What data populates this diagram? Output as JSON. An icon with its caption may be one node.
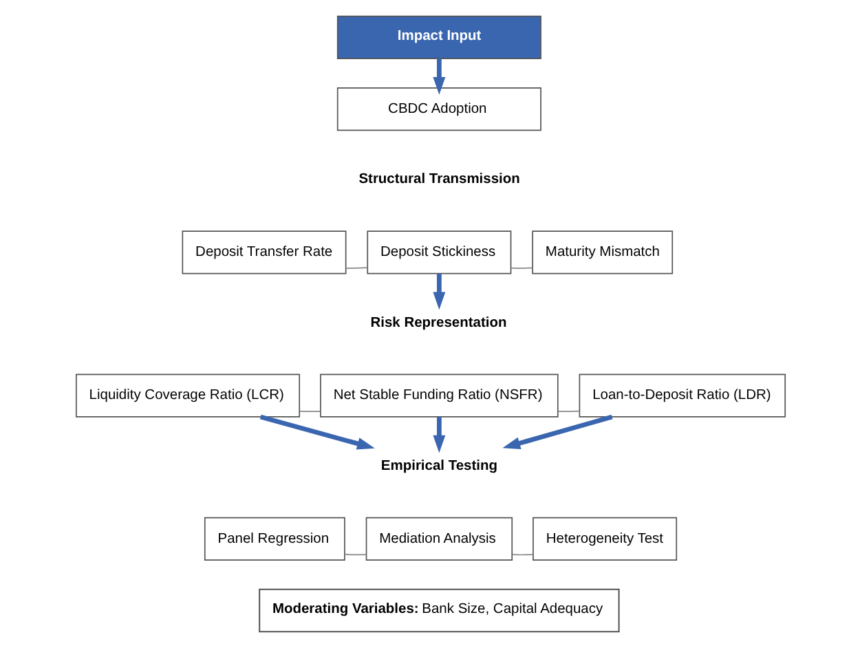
{
  "diagram": {
    "nodes": [
      {
        "text": [
          "Impact Input"
        ]
      },
      {
        "text": [
          "CBDC Adoption"
        ]
      },
      {
        "text": [
          "Structural Transmission"
        ]
      },
      {
        "text": [
          "Deposit Transfer Rate"
        ]
      },
      {
        "text": [
          "Deposit Stickiness"
        ]
      },
      {
        "text": [
          "Maturity Mismatch"
        ]
      },
      {
        "text": [
          "Risk Representation"
        ]
      },
      {
        "text": [
          "Liquidity Coverage Ratio (LCR)"
        ]
      },
      {
        "text": [
          "Net Stable Funding Ratio (NSFR)"
        ]
      },
      {
        "text": [
          "Loan-to-Deposit Ratio (LDR)"
        ]
      },
      {
        "text": [
          "Empirical Testing"
        ]
      },
      {
        "text": [
          "Panel Regression"
        ]
      },
      {
        "text": [
          "Mediation Analysis"
        ]
      },
      {
        "text": [
          "Heterogeneity Test"
        ]
      },
      {
        "text": [
          "**Moderating Variables:** Bank Size, Capital Adequacy"
        ]
      }
    ],
    "edges": [
      {
        "from": 0,
        "to": 1,
        "arrow": "to",
        "style": "thick",
        "color": "#3a66b0"
      },
      {
        "from": 3,
        "to": 4,
        "arrow": "none"
      },
      {
        "from": 4,
        "to": 5,
        "arrow": "none"
      },
      {
        "from": 4,
        "to": 6,
        "arrow": "to",
        "style": "thick",
        "color": "#3a66b0"
      },
      {
        "from": 7,
        "to": 8,
        "arrow": "none"
      },
      {
        "from": 8,
        "to": 9,
        "arrow": "none"
      },
      {
        "from": 7,
        "to": 10,
        "arrow": "to",
        "style": "thick",
        "color": "#3a66b0"
      },
      {
        "from": 8,
        "to": 10,
        "arrow": "to",
        "style": "thick",
        "color": "#3a66b0"
      },
      {
        "from": 9,
        "to": 10,
        "arrow": "to",
        "style": "thick",
        "color": "#3a66b0"
      },
      {
        "from": 11,
        "to": 12,
        "arrow": "none"
      },
      {
        "from": 12,
        "to": 13,
        "arrow": "none"
      }
    ]
  }
}
